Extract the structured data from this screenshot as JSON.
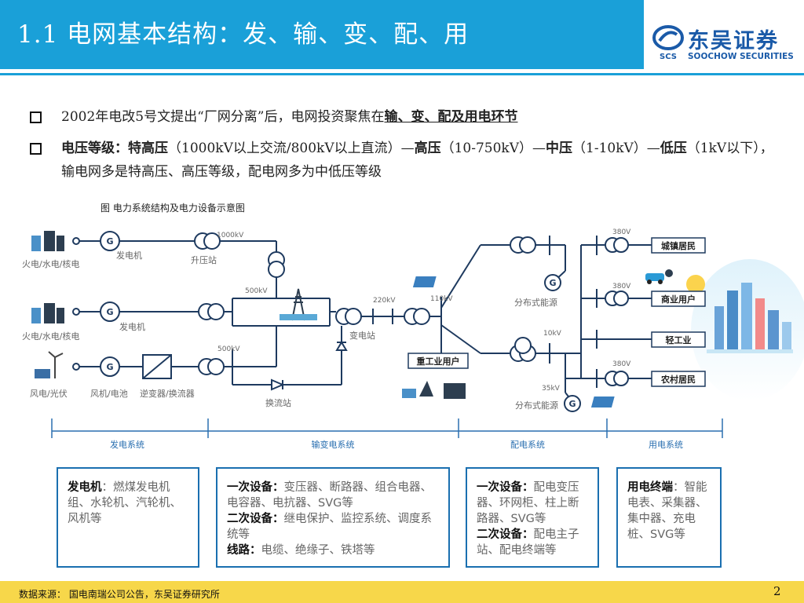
{
  "header": {
    "title": "1.1 电网基本结构：发、输、变、配、用",
    "logo_cn": "东吴证券",
    "logo_en": "SOOCHOW SECURITIES",
    "logo_abbr": "SCS"
  },
  "bullets": {
    "b1": {
      "t1": "2002年电改5号文提出“厂网分离”后，电网投资聚焦在",
      "t2": "输、变、配及用电环节"
    },
    "b2": {
      "k1": "电压等级：",
      "k2": "特高压",
      "t1": "（1000kV以上交流/800kV以上直流）—",
      "k3": "高压",
      "t2": "（10-750kV）—",
      "k4": "中压",
      "t3": "（1-10kV）—",
      "k5": "低压",
      "t4": "（1kV以下），输电网多是特高压、高压等级，配电网多为中低压等级"
    }
  },
  "figure": {
    "caption": "图 电力系统结构及电力设备示意图",
    "sources": [
      "火电/水电/核电",
      "火电/水电/核电",
      "风电/光伏"
    ],
    "gen_label1": "发电机",
    "gen_label2": "发电机",
    "gen_label3": "风机/电池",
    "inverter_label": "逆变器/换流器",
    "boost_label": "升压站",
    "substation_label": "变电站",
    "converter_label": "换流站",
    "heavy_industry": "重工业用户",
    "distributed1": "分布式能源",
    "distributed2": "分布式能源",
    "v1000": "1000kV",
    "v500a": "500kV",
    "v500b": "500kV",
    "v220": "220kV",
    "v110": "110kV",
    "v10": "10kV",
    "v35": "35kV",
    "v380a": "380V",
    "v380b": "380V",
    "v380c": "380V",
    "g": "G",
    "users": [
      "城镇居民",
      "商业用户",
      "轻工业",
      "农村居民"
    ],
    "sections": [
      "发电系统",
      "输变电系统",
      "配电系统",
      "用电系统"
    ]
  },
  "boxes": {
    "box1": {
      "k1": "发电机",
      "sep": "：",
      "t1": "燃煤发电机组、水轮机、汽轮机、风机等"
    },
    "box2": {
      "k1": "一次设备：",
      "t1": "变压器、断路器、组合电器、电容器、电抗器、SVG等",
      "k2": "二次设备：",
      "t2": "继电保护、监控系统、调度系统等",
      "k3": "线路：",
      "t3": "电缆、绝缘子、铁塔等"
    },
    "box3": {
      "k1": "一次设备：",
      "t1": "配电变压器、环网柜、柱上断路器、SVG等",
      "k2": "二次设备：",
      "t2": "配电主子站、配电终端等"
    },
    "box4": {
      "k1": "用电终端",
      "sep": "：",
      "t1": "智能电表、采集器、集中器、充电桩、SVG等"
    }
  },
  "footer": {
    "source": "数据来源： 国电南瑞公司公告，东吴证券研究所",
    "page": "2"
  },
  "colors": {
    "accent": "#1aa0d8",
    "line": "#1e3a5f",
    "section_blue": "#2a6fb0",
    "footer": "#f7d74a"
  }
}
